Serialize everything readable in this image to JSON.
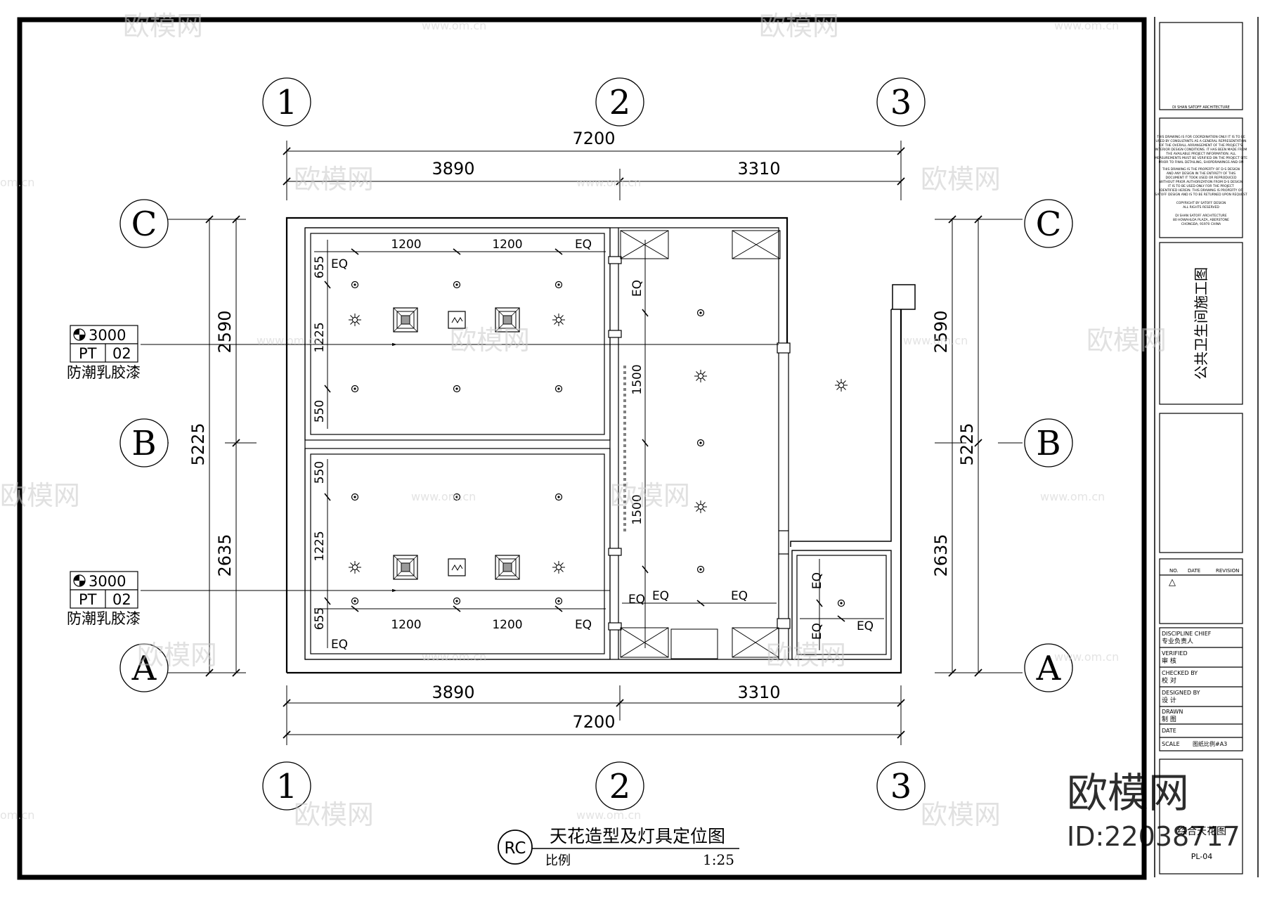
{
  "drawing": {
    "title": "天花造型及灯具定位图",
    "code": "RC",
    "scale_label": "比例",
    "scale_value": "1:25"
  },
  "grid": {
    "columns": [
      "1",
      "2",
      "3"
    ],
    "rows": [
      "C",
      "B",
      "A"
    ]
  },
  "dimensions": {
    "overall_width": "7200",
    "bay_left": "3890",
    "bay_right": "3310",
    "overall_height": "5225",
    "upper_height": "2590",
    "lower_height": "2635",
    "light_spacing": "1200",
    "eq": "EQ",
    "v_655": "655",
    "v_1225": "1225",
    "v_550": "550",
    "v_1500": "1500"
  },
  "callouts": [
    {
      "height": "3000",
      "material": "PT",
      "code": "02",
      "note": "防潮乳胶漆"
    },
    {
      "height": "3000",
      "material": "PT",
      "code": "02",
      "note": "防潮乳胶漆"
    }
  ],
  "title_block": {
    "firm": "DI SHAN SATOFF ARCHITECTURE",
    "notes": [
      "THIS DRAWING IS FOR COORDINATION ONLY IT IS TO BE",
      "USED BY CONSULTANTS AS A GENERAL REPRESENTATION",
      "OF THE OVERALL ARRANGEMENT OF THE PROJECT'S",
      "INTERIOR DESIGN CONDITIONS. IT HAS BEEN MADE FROM",
      "THE AVAILABLE PROJECT INFORMATION.  ALL",
      "MEASUREMENTS MUST BE VERIFIED ON THE PROJECT SITE",
      "PRIOR TO FINAL DETAILING, SHOPDRAWINGS AND ON",
      "",
      "THIS DRAWING IS THE PROPERTY OF D-S DESIGN",
      "AND ANY DESIGN IN THE ENTIRETY OF THIS",
      "DOCUMENT IT TOOK USED OR REPRODUCED",
      "WITHOUT PRIOR AUTHORIZATION FROM D-S DESIGN",
      "IT IS TO BE USED ONLY FOR THE PROJECT",
      "IDENTIFIED HEREIN. THIS DRAWING IS PROPERTY OF",
      "SATOFF DESIGN AND IS TO BE RETURNED UPON REQUEST",
      "",
      "COPYRIGHT BY SATOFF DESIGN",
      "ALL RIGHTS RESERVED",
      "",
      "DI SHAN SATOFF ARCHITECTURE",
      "80 HOWAHLOA PLAZA, ABERSTONE",
      "CHONGDA, 91970 CHINA"
    ],
    "project": "公共卫生间施工图",
    "revision_headers": [
      "NO.",
      "DATE",
      "REVISION"
    ],
    "revision_mark": "△",
    "sign_rows": [
      {
        "en": "DISCIPLINE CHIEF",
        "cn": "专业负责人"
      },
      {
        "en": "VERIFIED",
        "cn": "审    核"
      },
      {
        "en": "CHECKED BY",
        "cn": "校    对"
      },
      {
        "en": "DESIGNED BY",
        "cn": "设    计"
      },
      {
        "en": "DRAWN",
        "cn": "制    图"
      },
      {
        "en": "DATE",
        "cn": ""
      }
    ],
    "scale_en": "SCALE",
    "scale_cn": "图纸比例#A3",
    "sheet_title": "综合天花图",
    "sheet_no": "PL-04"
  },
  "watermark": {
    "brand": "欧模网",
    "site": "www.om.cn",
    "site_short": "om.cn",
    "id": "ID:22038717"
  }
}
